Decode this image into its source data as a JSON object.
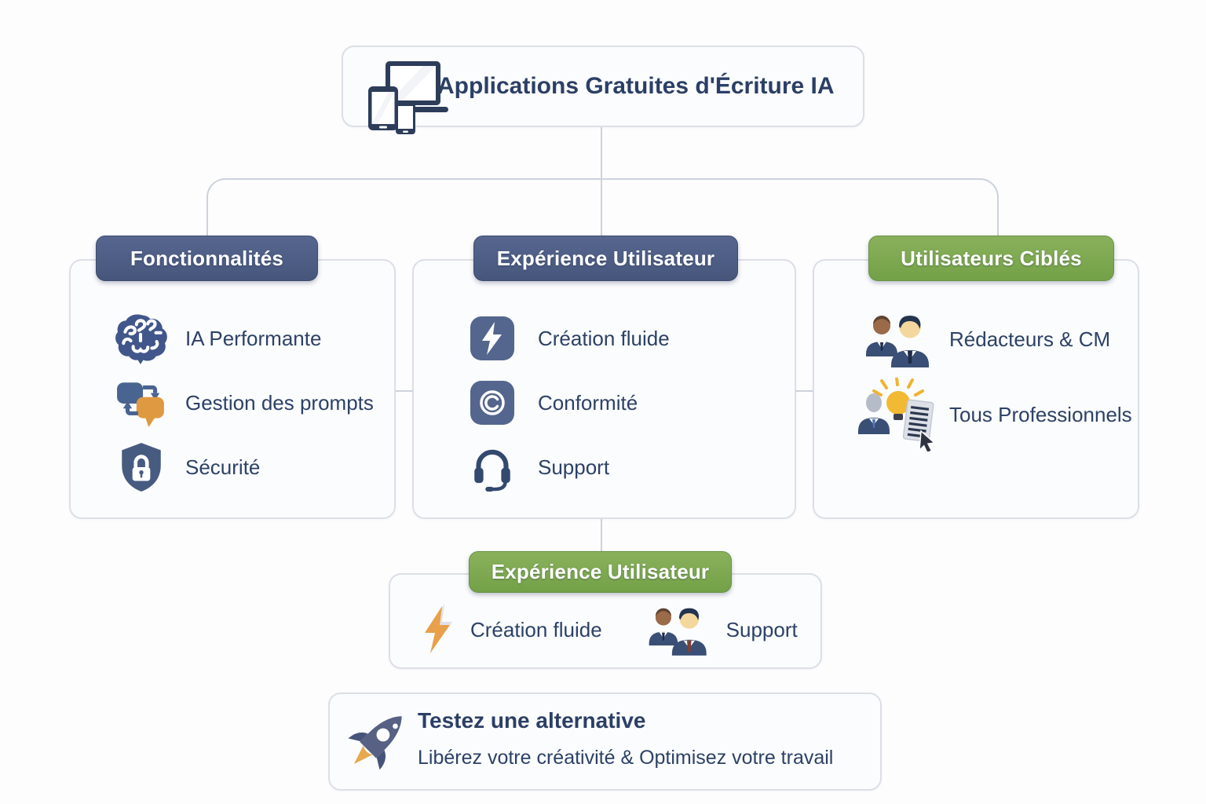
{
  "root": {
    "title": "Applications Gratuites d'Écriture IA",
    "icon": "devices-icon"
  },
  "branches": [
    {
      "header": "Fonctionnalités",
      "header_color": "#4d5d84",
      "items": [
        {
          "icon": "brain-icon",
          "label": "IA Performante"
        },
        {
          "icon": "prompts-icon",
          "label": "Gestion des prompts"
        },
        {
          "icon": "shield-lock-icon",
          "label": "Sécurité"
        }
      ]
    },
    {
      "header": "Expérience Utilisateur",
      "header_color": "#4d5d84",
      "items": [
        {
          "icon": "lightning-square-icon",
          "label": "Création fluide"
        },
        {
          "icon": "copyright-square-icon",
          "label": "Conformité"
        },
        {
          "icon": "headset-icon",
          "label": "Support"
        }
      ]
    },
    {
      "header": "Utilisateurs Ciblés",
      "header_color": "#7ea952",
      "items": [
        {
          "icon": "writers-people-icon",
          "label": "Rédacteurs & CM"
        },
        {
          "icon": "professionals-icon",
          "label": "Tous Professionnels"
        }
      ]
    }
  ],
  "sub_branch": {
    "header": "Expérience Utilisateur",
    "header_color": "#7ea952",
    "items": [
      {
        "icon": "orange-lightning-icon",
        "label": "Création fluide"
      },
      {
        "icon": "support-people-icon",
        "label": "Support"
      }
    ]
  },
  "cta": {
    "icon": "rocket-icon",
    "title": "Testez une alternative",
    "subtitle": "Libérez votre créativité & Optimisez votre travail"
  },
  "colors": {
    "blue_header": "#4d5d84",
    "green_header": "#7ea952",
    "icon_blue": "#4a6492",
    "icon_navy": "#33496e",
    "accent_orange": "#e39a41",
    "text_navy": "#2c4166",
    "line_gray": "#cdd2db",
    "panel_border": "#dcdfe6",
    "panel_bg": "#fbfcfd"
  }
}
